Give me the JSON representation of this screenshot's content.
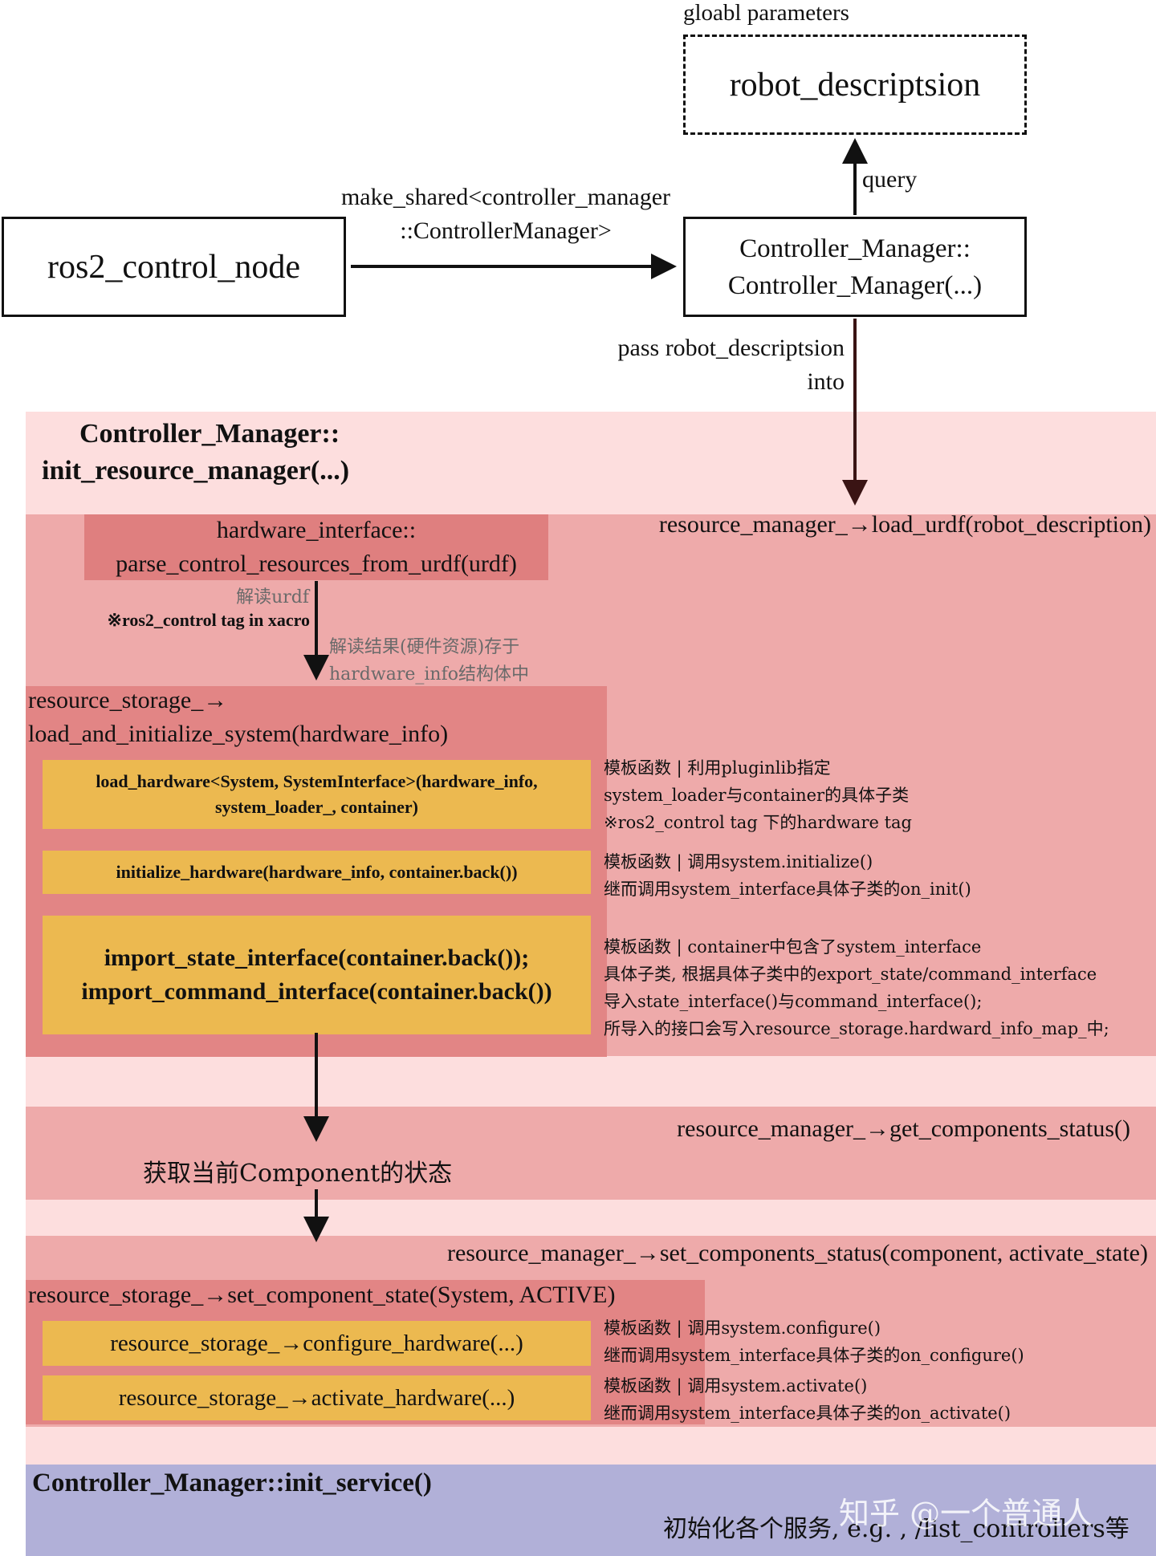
{
  "top": {
    "global_params_label": "gloabl parameters",
    "robot_description": "robot_descriptsion",
    "query_label": "query",
    "ros2_node": "ros2_control_node",
    "make_shared_line1": "make_shared<controller_manager",
    "make_shared_line2": "::ControllerManager>",
    "cm_line1": "Controller_Manager::",
    "cm_line2": "Controller_Manager(...)",
    "pass_line1": "pass robot_descriptsion",
    "pass_line2": "into"
  },
  "init_rm": {
    "title_line1": "Controller_Manager::",
    "title_line2": "init_resource_manager(...)",
    "load_urdf": "resource_manager_→load_urdf(robot_description)",
    "parse_line1": "hardware_interface::",
    "parse_line2": "parse_control_resources_from_urdf(urdf)",
    "note_parse": "解读urdf",
    "note_tag": "※ros2_control tag in xacro",
    "note_result_line1": "解读结果(硬件资源)存于",
    "note_result_line2": "hardware_info结构体中",
    "storage_line1": "resource_storage_→",
    "storage_line2": "load_and_initialize_system(hardware_info)",
    "load_hw_line1": "load_hardware<System, SystemInterface>(hardware_info,",
    "load_hw_line2": "system_loader_,  container)",
    "init_hw": "initialize_hardware(hardware_info, container.back())",
    "import_line1": "import_state_interface(container.back());",
    "import_line2": "import_command_interface(container.back())",
    "note1_line1": "模板函数 | 利用pluginlib指定",
    "note1_line2": "system_loader与container的具体子类",
    "note1_line3": "※ros2_control tag 下的hardware tag",
    "note2_line1": "模板函数 | 调用system.initialize()",
    "note2_line2": "继而调用system_interface具体子类的on_init()",
    "note3_line1": "模板函数 | container中包含了system_interface",
    "note3_line2": "具体子类, 根据具体子类中的export_state/command_interface",
    "note3_line3": "导入state_interface()与command_interface();",
    "note3_line4": "所导入的接口会写入resource_storage.hardward_info_map_中;"
  },
  "status": {
    "get_status": "resource_manager_→get_components_status()",
    "get_status_note": "获取当前Component的状态"
  },
  "activate": {
    "set_status": "resource_manager_→set_components_status(component, activate_state)",
    "set_state": "resource_storage_→set_component_state(System, ACTIVE)",
    "configure": "resource_storage_→configure_hardware(...)",
    "activate": "resource_storage_→activate_hardware(...)",
    "note_cfg_line1": "模板函数 | 调用system.configure()",
    "note_cfg_line2": "继而调用system_interface具体子类的on_configure()",
    "note_act_line1": "模板函数 | 调用system.activate()",
    "note_act_line2": "继而调用system_interface具体子类的on_activate()"
  },
  "service": {
    "title": "Controller_Manager::init_service()",
    "note": "初始化各个服务, e.g. , /list_controllers等"
  },
  "watermark": "知乎 @一个普通人",
  "colors": {
    "light_band": "#fddede",
    "pink_band": "#eeaaaa",
    "dark_band": "#e28585",
    "parse_box": "#df7f7f",
    "yellow_box": "#ecb950",
    "service_band": "#b1b0d8",
    "arrow_dark": "#3a1414"
  }
}
